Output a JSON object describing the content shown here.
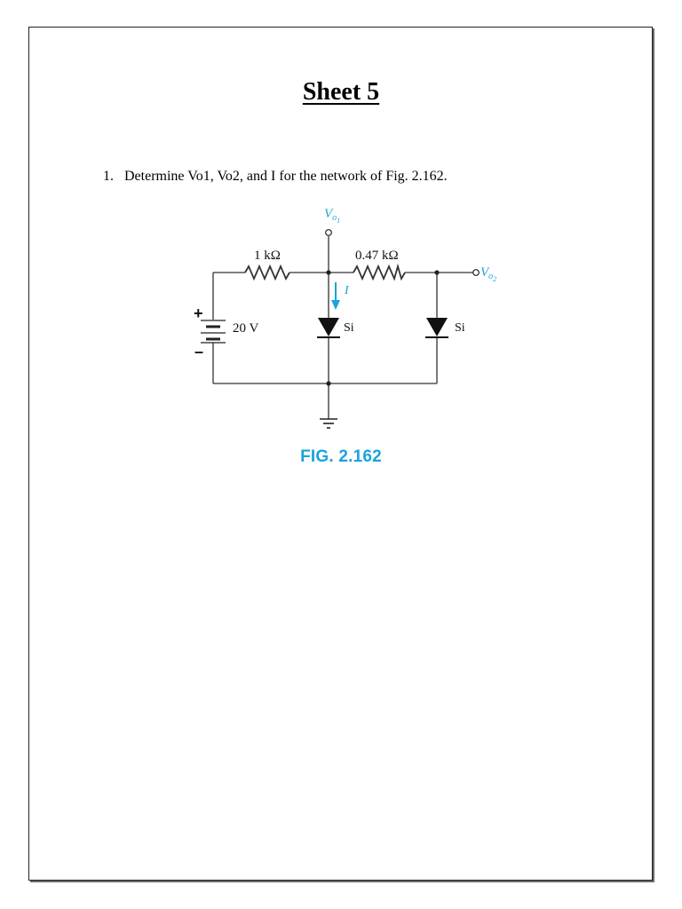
{
  "sheet": {
    "title": "Sheet 5"
  },
  "question": {
    "number": "1.",
    "text": "Determine Vo1, Vo2, and I for the network of Fig. 2.162."
  },
  "figure": {
    "caption": "FIG. 2.162",
    "accent_color": "#1aa3dc",
    "labels": {
      "vo1_main": "V",
      "vo1_sub1": "o",
      "vo1_sub2": "1",
      "vo2_main": "V",
      "vo2_sub1": "o",
      "vo2_sub2": "2",
      "resistor1": "1 kΩ",
      "resistor2": "0.47 kΩ",
      "source": "20 V",
      "plus": "+",
      "minus": "–",
      "current": "I",
      "diode1": "Si",
      "diode2": "Si"
    }
  }
}
